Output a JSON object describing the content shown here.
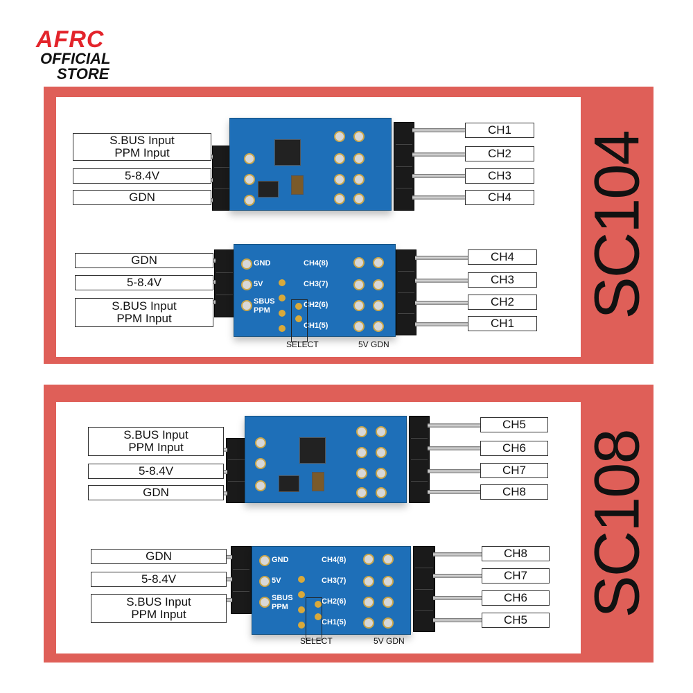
{
  "logo": {
    "line1": "AFRC",
    "line2": "OFFICIAL",
    "line3": "STORE",
    "accent": "#e3242b"
  },
  "panel_color": "#df5f58",
  "board_color": "#1e6fb8",
  "sc104": {
    "model": "SC104",
    "top_inputs": [
      "S.BUS Input",
      "PPM Input",
      "5-8.4V",
      "GDN"
    ],
    "top_outputs": [
      "CH1",
      "CH2",
      "CH3",
      "CH4"
    ],
    "bottom_inputs": [
      "GDN",
      "5-8.4V",
      "S.BUS Input",
      "PPM Input"
    ],
    "bottom_outputs": [
      "CH4",
      "CH3",
      "CH2",
      "CH1"
    ],
    "silk": [
      "GND",
      "5V",
      "SBUS",
      "PPM",
      "CH4(8)",
      "CH3(7)",
      "CH2(6)",
      "CH1(5)"
    ],
    "caption_select": "SELECT",
    "caption_power": "5V GDN"
  },
  "sc108": {
    "model": "SC108",
    "top_inputs": [
      "S.BUS Input",
      "PPM Input",
      "5-8.4V",
      "GDN"
    ],
    "top_outputs": [
      "CH5",
      "CH6",
      "CH7",
      "CH8"
    ],
    "bottom_inputs": [
      "GDN",
      "5-8.4V",
      "S.BUS Input",
      "PPM Input"
    ],
    "bottom_outputs": [
      "CH8",
      "CH7",
      "CH6",
      "CH5"
    ],
    "silk": [
      "GND",
      "5V",
      "SBUS",
      "PPM",
      "CH4(8)",
      "CH3(7)",
      "CH2(6)",
      "CH1(5)"
    ],
    "caption_select": "SELECT",
    "caption_power": "5V GDN"
  }
}
